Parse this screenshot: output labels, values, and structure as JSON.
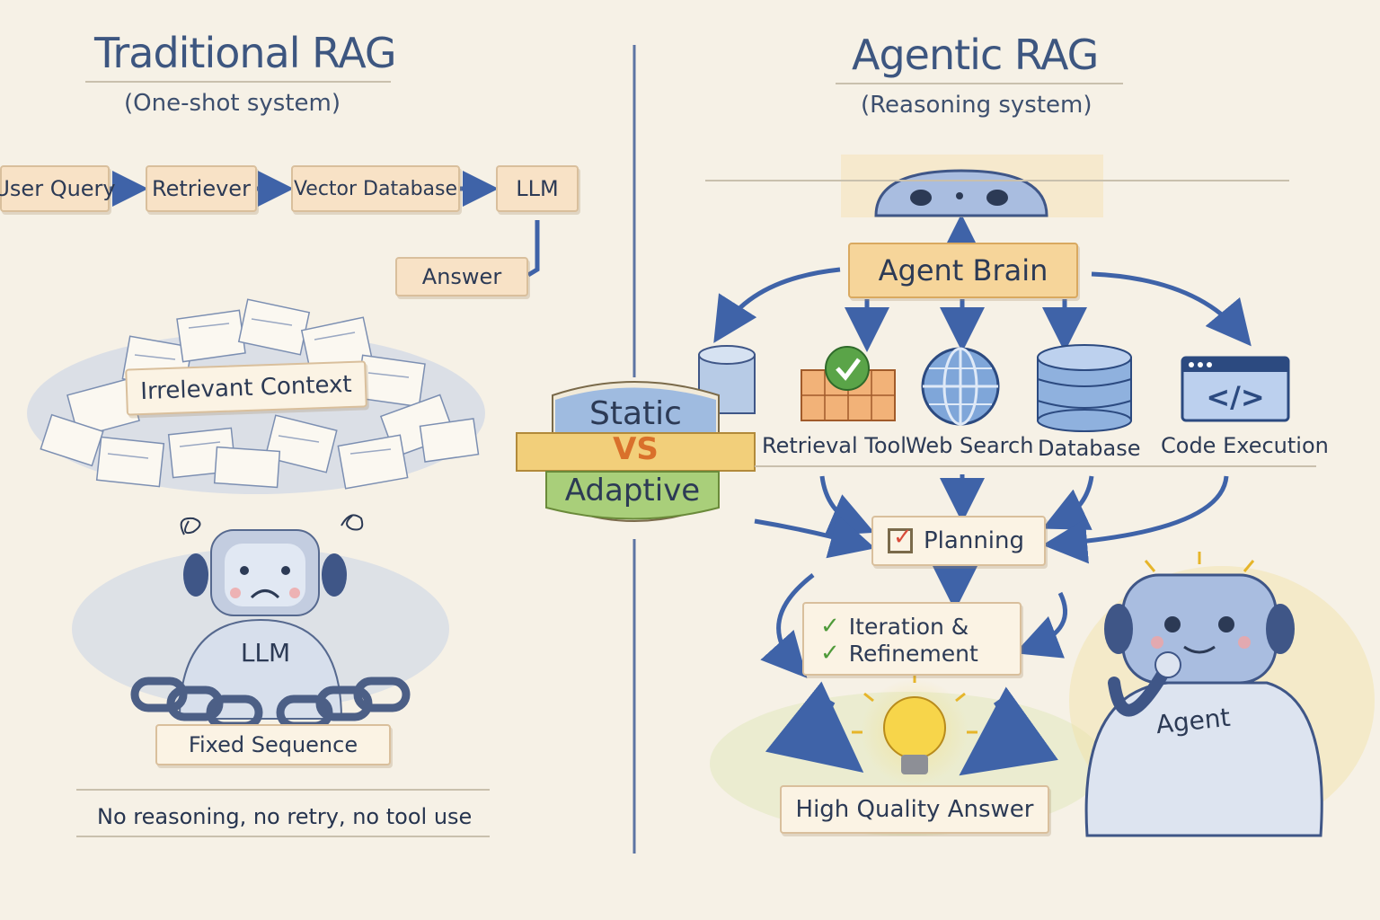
{
  "left": {
    "title": "Traditional RAG",
    "subtitle": "(One-shot system)",
    "pipeline": [
      "User Query",
      "Retriever",
      "Vector Database",
      "LLM"
    ],
    "answer": "Answer",
    "context_label": "Irrelevant Context",
    "robot_label": "LLM",
    "chain_label": "Fixed Sequence",
    "footer": "No reasoning, no retry, no tool use"
  },
  "center": {
    "top": "Static",
    "vs": "VS",
    "bottom": "Adaptive"
  },
  "right": {
    "title": "Agentic RAG",
    "subtitle": "(Reasoning system)",
    "brain": "Agent Brain",
    "tools": [
      "Retrieval Tool",
      "Web Search",
      "Database",
      "Code Execution"
    ],
    "planning": "Planning",
    "iteration_line1": "Iteration &",
    "iteration_line2": "Refinement",
    "answer": "High Quality Answer",
    "agent_label": "Agent"
  },
  "colors": {
    "accent_blue": "#3f63a8",
    "box_fill": "#f8e2c6",
    "brain_fill": "#f6d59a",
    "vs_orange": "#d9702b",
    "adaptive_green": "#a9cf7a",
    "check_red": "#d94b3a",
    "check_green": "#4f9a3a"
  }
}
